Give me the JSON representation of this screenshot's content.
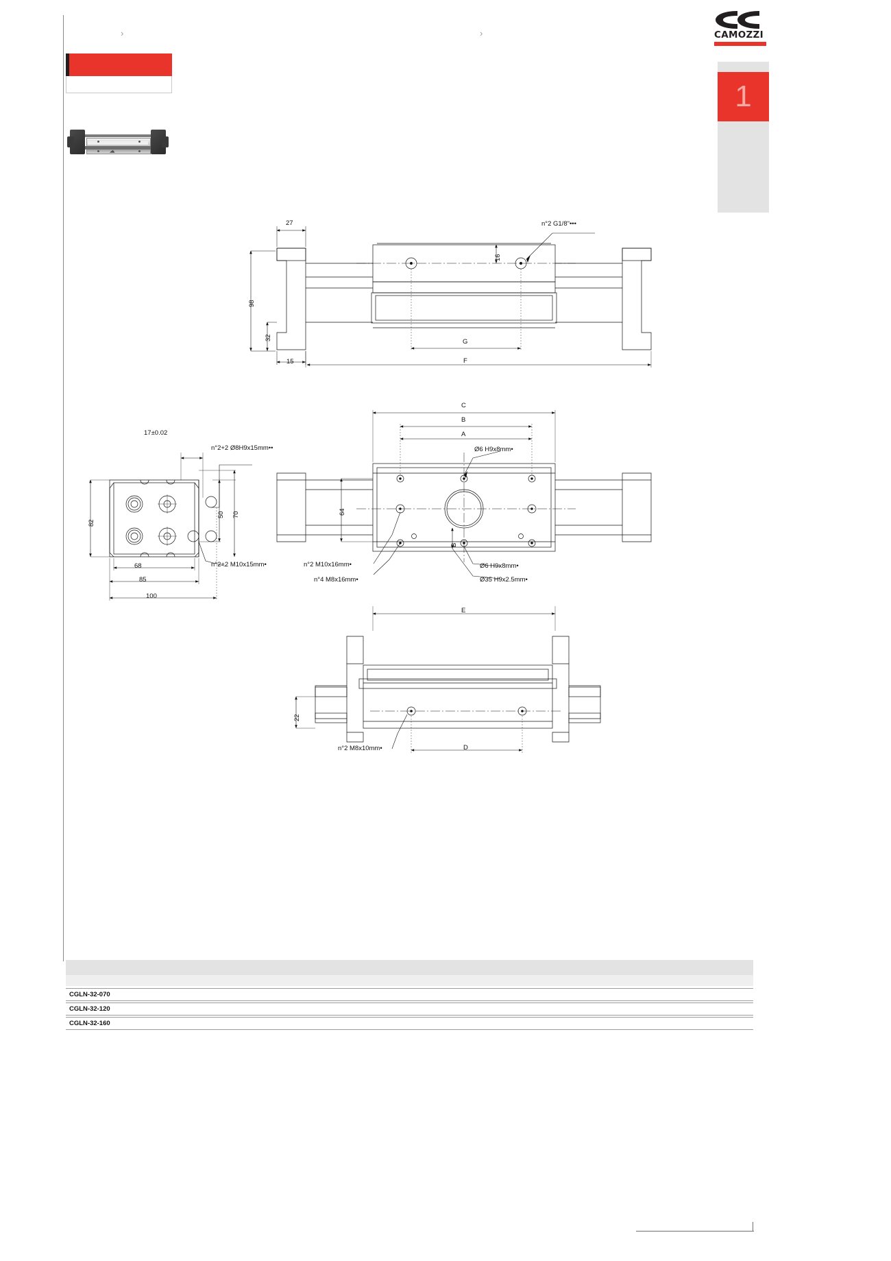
{
  "brand": {
    "logo_mark": "cc-chevrons-icon",
    "name": "CAMOZZI",
    "accent_color": "#e8342a"
  },
  "side_tab": {
    "number": "1",
    "bg_color": "#e8342a",
    "grey_color": "#e3e3e3"
  },
  "header": {
    "breadcrumb_1": "",
    "breadcrumb_2": "",
    "chevron": "›",
    "title": "",
    "subtitle": ""
  },
  "product_photo": {
    "alt": "pneumatic-slide-cylinder-photo"
  },
  "drawings": {
    "top_view": {
      "dim_27": "27",
      "dim_98": "98",
      "dim_32": "32",
      "dim_15": "15",
      "dim_16": "16",
      "dim_G": "G",
      "dim_F": "F",
      "callout_ports": "n°2  G1/8\"•••"
    },
    "middle_view": {
      "dim_C": "C",
      "dim_B": "B",
      "dim_A": "A",
      "dim_64": "64",
      "dim_E": "E",
      "callout_d6_top": "Ø6  H9x8mm•",
      "callout_d6_bottom": "Ø6  H9x8mm•",
      "callout_d35": "Ø35  H9x2.5mm•",
      "callout_m10": "n°2  M10x16mm•",
      "callout_m8x16": "n°4  M8x16mm•"
    },
    "left_view": {
      "dim_17": "17±0.02",
      "dim_82": "82",
      "dim_68": "68",
      "dim_85": "85",
      "dim_100": "100",
      "dim_50": "50",
      "dim_70": "70",
      "callout_8h9": "n°2+2  Ø8H9x15mm••",
      "callout_m10x15": "n°2+2  M10x15mm•"
    },
    "bottom_view": {
      "dim_E": "E",
      "dim_D": "D",
      "dim_22": "22",
      "callout_m8x10": "n°2  M8x10mm•"
    }
  },
  "table": {
    "rows": [
      {
        "model": "CGLN-32-070"
      },
      {
        "model": "CGLN-32-120"
      },
      {
        "model": "CGLN-32-160"
      }
    ]
  }
}
